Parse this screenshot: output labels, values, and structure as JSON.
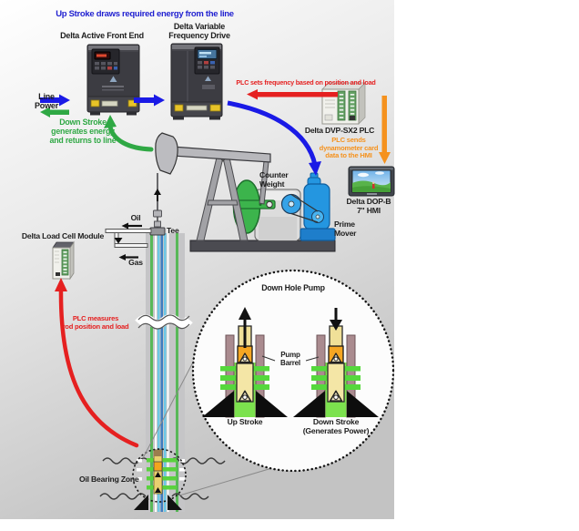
{
  "colors": {
    "title_blue": "#1f1fd0",
    "arrow_blue": "#1a1ae6",
    "arrow_green": "#2fa844",
    "arrow_red": "#e52020",
    "arrow_orange": "#f5921e"
  },
  "header": {
    "title": "Up Stroke draws required energy from the line"
  },
  "devices": {
    "afe": {
      "label": "Delta Active Front End"
    },
    "vfd": {
      "label": [
        "Delta Variable",
        "Frequency Drive"
      ]
    },
    "plc": {
      "label": "Delta DVP-SX2 PLC"
    },
    "hmi": {
      "label": [
        "Delta DOP-B",
        "7\" HMI"
      ]
    },
    "load_cell": {
      "label": "Delta Load Cell Module"
    }
  },
  "annotations": {
    "line_power": [
      "Line",
      "Power"
    ],
    "down_stroke_note": [
      "Down Stroke",
      "generates energy",
      "and returns to line"
    ],
    "plc_sets": "PLC sets frequency based on position and load",
    "plc_sends": [
      "PLC sends",
      "dynamometer card",
      "data to the HMI"
    ],
    "plc_measures": [
      "PLC measures",
      "rod position and load"
    ]
  },
  "pumpjack": {
    "counter_weight": [
      "Counter",
      "Weight"
    ],
    "prime_mover": [
      "Prime",
      "Mover"
    ],
    "oil": "Oil",
    "tee": "Tee",
    "gas": "Gas",
    "oil_bearing_zone": "Oil Bearing Zone"
  },
  "inset": {
    "title": "Down Hole Pump",
    "pump_barrel": [
      "Pump",
      "Barrel"
    ],
    "up_stroke": "Up Stroke",
    "down_stroke": [
      "Down Stroke",
      "(Generates Power)"
    ]
  }
}
